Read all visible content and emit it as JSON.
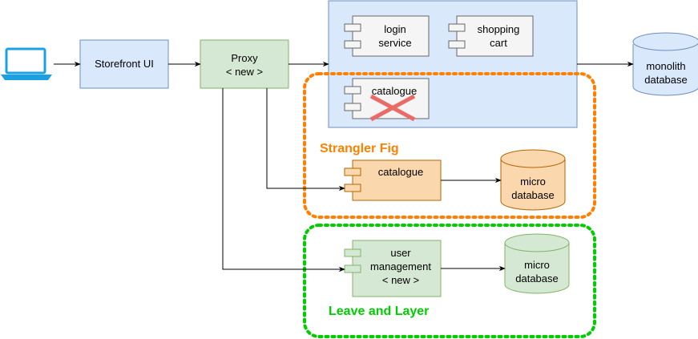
{
  "colors": {
    "blue_fill": "#dae8fc",
    "blue_stroke": "#6c8ebf",
    "green_fill": "#d5e8d4",
    "green_stroke": "#82b366",
    "orange_fill": "#fad7ac",
    "orange_stroke": "#b46504",
    "gray_fill": "#f5f5f5",
    "gray_stroke": "#666666",
    "strangler_border": "#ff8000",
    "leave_border": "#00cc00",
    "laptop": "#1ba1e2",
    "cross": "#ea6b66"
  },
  "nodes": {
    "client": {
      "icon": "laptop-icon"
    },
    "storefront": {
      "label": "Storefront UI"
    },
    "proxy": {
      "line1": "Proxy",
      "line2": "< new >"
    },
    "login": {
      "line1": "login",
      "line2": "service"
    },
    "cart": {
      "line1": "shopping",
      "line2": "cart"
    },
    "catalogue_old": {
      "label": "catalogue",
      "status": "removed"
    },
    "monolith_db": {
      "line1": "monolith",
      "line2": "database"
    },
    "catalogue_new": {
      "label": "catalogue"
    },
    "micro_db_1": {
      "line1": "micro",
      "line2": "database"
    },
    "user_mgmt": {
      "line1": "user",
      "line2": "management",
      "line3": "< new >"
    },
    "micro_db_2": {
      "line1": "micro",
      "line2": "database"
    }
  },
  "groups": {
    "strangler": {
      "label": "Strangler Fig"
    },
    "leave": {
      "label": "Leave and Layer"
    }
  },
  "edges": [
    {
      "from": "client",
      "to": "storefront"
    },
    {
      "from": "storefront",
      "to": "proxy"
    },
    {
      "from": "proxy",
      "to": "monolith"
    },
    {
      "from": "monolith",
      "to": "monolith_db"
    },
    {
      "from": "proxy",
      "to": "catalogue_new"
    },
    {
      "from": "catalogue_new",
      "to": "micro_db_1"
    },
    {
      "from": "proxy",
      "to": "user_mgmt"
    },
    {
      "from": "user_mgmt",
      "to": "micro_db_2"
    }
  ]
}
